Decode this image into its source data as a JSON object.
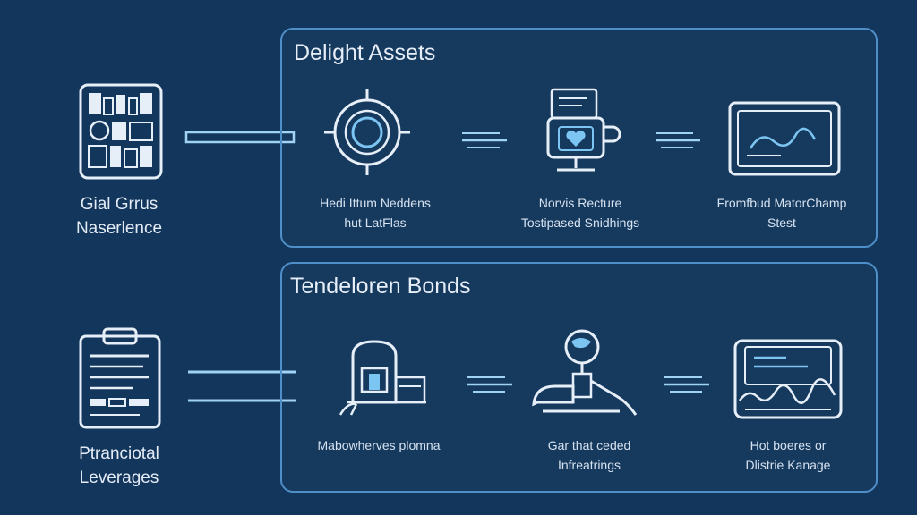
{
  "sections": [
    {
      "title": "Delight Assets",
      "left_label": [
        "Gial Grrus",
        "Naserlence"
      ],
      "left_icon": "asset-collage-icon",
      "steps": [
        {
          "icon": "target-ring-icon",
          "caption": [
            "Hedi Ittum Neddens",
            "hut LatFlas"
          ]
        },
        {
          "icon": "heart-mug-icon",
          "caption": [
            "Norvis Recture",
            "Tostipased Snidhings"
          ]
        },
        {
          "icon": "monitor-wave-icon",
          "caption": [
            "Fromfbud MatorChamp",
            "Stest"
          ]
        }
      ]
    },
    {
      "title": "Tendeloren Bonds",
      "left_label": [
        "Ptranciotal",
        "Leverages"
      ],
      "left_icon": "clipboard-document-icon",
      "steps": [
        {
          "icon": "backpack-icon",
          "caption": [
            "Mabowherves plomna"
          ]
        },
        {
          "icon": "globe-figure-icon",
          "caption": [
            "Gar that ceded",
            "Infreatrings"
          ]
        },
        {
          "icon": "screen-landscape-icon",
          "caption": [
            "Hot boeres or",
            "Dlistrie Kanage"
          ]
        }
      ]
    }
  ],
  "colors": {
    "background": "#13365c",
    "panel_border": "#4f8fc9",
    "icon_stroke": "#e6eef8",
    "accent": "#7cc4f2",
    "connector": "#9fd3f5"
  }
}
